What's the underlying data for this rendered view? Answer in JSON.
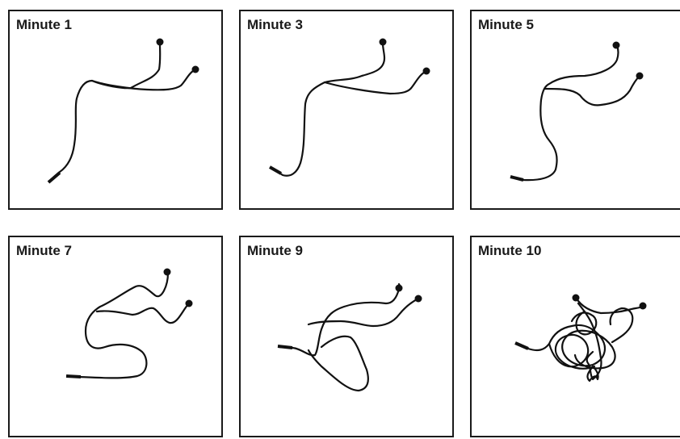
{
  "panels": [
    {
      "title": "Minute 1"
    },
    {
      "title": "Minute 3"
    },
    {
      "title": "Minute 5"
    },
    {
      "title": "Minute 7"
    },
    {
      "title": "Minute 9"
    },
    {
      "title": "Minute 10"
    }
  ]
}
